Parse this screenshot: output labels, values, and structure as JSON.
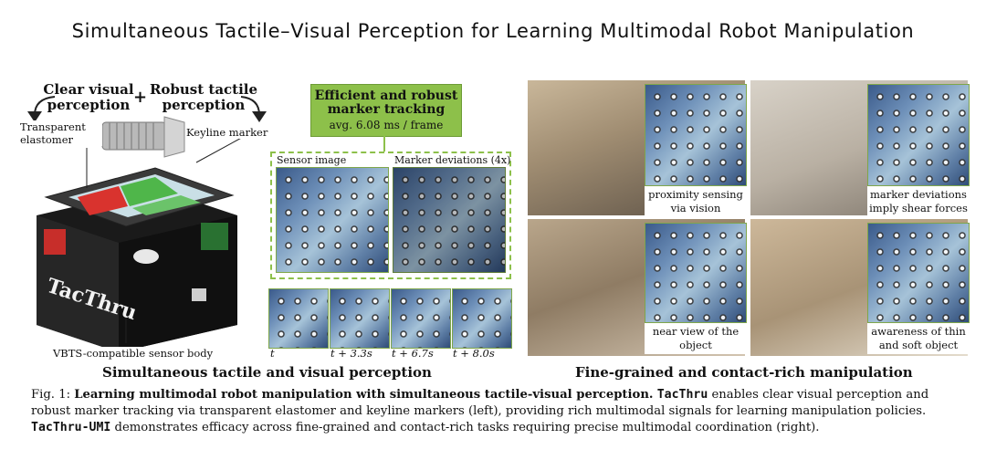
{
  "title": "Simultaneous Tactile–Visual Perception for Learning Multimodal Robot Manipulation",
  "left_panel": {
    "clear_visual": "Clear visual perception",
    "plus": "+",
    "robust_tactile": "Robust tactile perception",
    "transparent_elastomer": "Transparent elastomer",
    "keyline_marker": "Keyline marker",
    "brand": "TacThru",
    "sensor_body": "VBTS-compatible sensor body"
  },
  "middle_panel": {
    "tracking_title": "Efficient and robust marker tracking",
    "tracking_speed": "avg. 6.08 ms / frame",
    "sensor_image": "Sensor image",
    "marker_deviations": "Marker deviations (4x)",
    "time_labels": [
      "t",
      "t + 3.3s",
      "t + 6.7s",
      "t + 8.0s"
    ]
  },
  "right_panel": {
    "captions": [
      "proximity sensing via vision",
      "marker deviations imply shear forces",
      "near view of the object",
      "awareness of thin and soft object"
    ]
  },
  "section_labels": {
    "left": "Simultaneous tactile and visual perception",
    "right": "Fine-grained and contact-rich manipulation"
  },
  "caption": {
    "label": "Fig. 1: ",
    "bold": "Learning multimodal robot manipulation with simultaneous tactile-visual perception.",
    "name1": "TacThru",
    "text1": " enables clear visual perception and robust marker tracking via transparent elastomer and keyline markers (left), providing rich multimodal signals for learning manipulation policies. ",
    "name2": "TacThru-UMI",
    "text2": " demonstrates efficacy across fine-grained and contact-rich tasks requiring precise multimodal coordination (right)."
  },
  "colors": {
    "accent_green": "#8dc04a",
    "box_green": "#76b33a",
    "sensor_dark": "#1c1c1c"
  }
}
